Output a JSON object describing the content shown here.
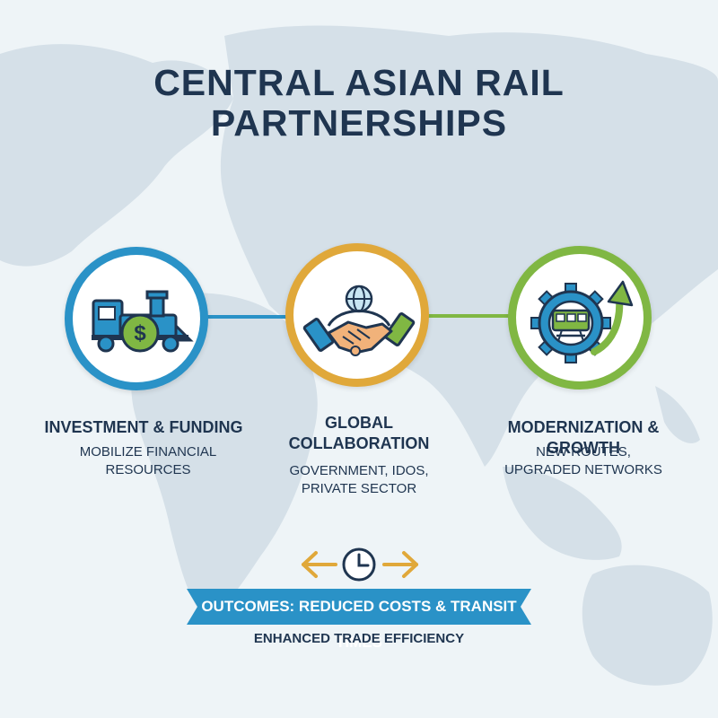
{
  "title": {
    "line1": "CENTRAL ASIAN RAIL",
    "line2": "PARTNERSHIPS"
  },
  "pillars": [
    {
      "heading": "INVESTMENT & FUNDING",
      "description": "MOBILIZE FINANCIAL RESOURCES",
      "icon": "train-money-icon",
      "color": "#2a92c7"
    },
    {
      "heading": "GLOBAL COLLABORATION",
      "description": "GOVERNMENT, IDOS, PRIVATE SECTOR",
      "icon": "handshake-globe-icon",
      "color": "#e0a83a"
    },
    {
      "heading": "MODERNIZATION & GROWTH",
      "description": "NEW ROUTES, UPGRADED NETWORKS",
      "icon": "gear-train-growth-icon",
      "color": "#80b743"
    }
  ],
  "outcomes": {
    "banner": "OUTCOMES: REDUCED COSTS & TRANSIT TIMES",
    "subtitle": "ENHANCED TRADE EFFICIENCY",
    "icon": "clock-arrows-icon",
    "banner_color": "#2a92c7"
  },
  "colors": {
    "title": "#1f3550",
    "background": "#eef4f7",
    "map": "#d3dfe7"
  }
}
